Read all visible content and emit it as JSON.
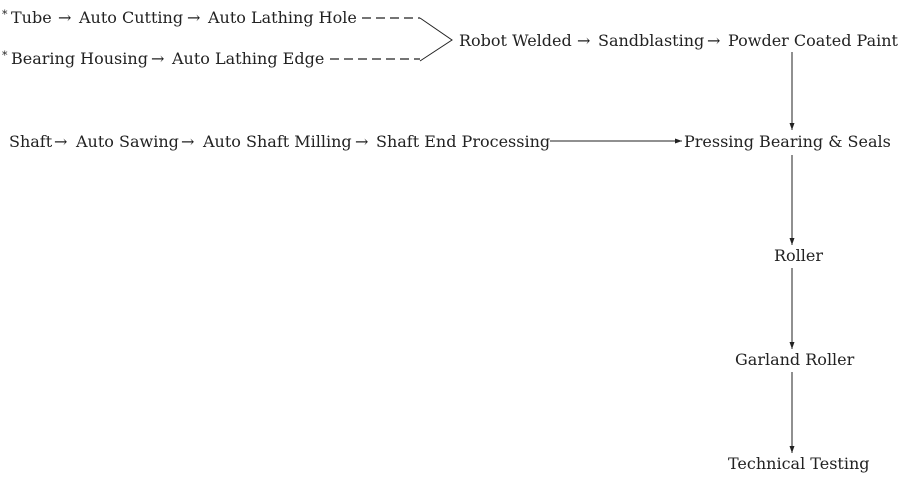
{
  "diagram": {
    "row1": {
      "marker": "*",
      "steps": [
        "Tube",
        "Auto Cutting",
        "Auto Lathing Hole"
      ]
    },
    "row2": {
      "marker": "*",
      "steps": [
        "Bearing Housing",
        "Auto Lathing Edge"
      ]
    },
    "merge": {
      "steps": [
        "Robot Welded",
        "Sandblasting",
        "Powder Coated Paint"
      ]
    },
    "row3": {
      "steps": [
        "Shaft",
        "Auto Sawing",
        "Auto Shaft Milling",
        "Shaft End Processing"
      ]
    },
    "assembly": "Pressing Bearing & Seals",
    "vertical": [
      "Roller",
      "Garland Roller",
      "Technical Testing"
    ],
    "arrow_symbol": "→"
  }
}
